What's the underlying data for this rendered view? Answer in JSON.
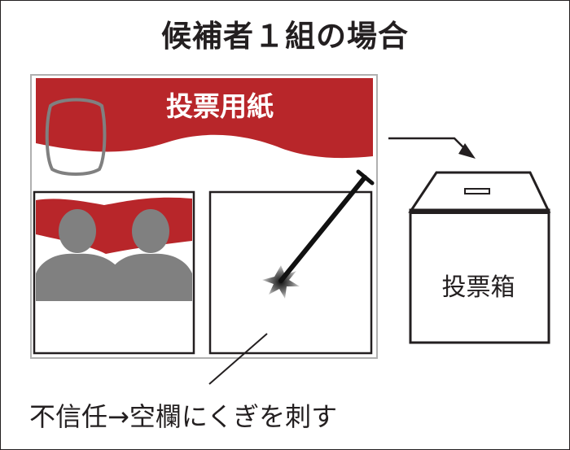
{
  "title": "候補者１組の場合",
  "ballot": {
    "title": "投票用紙"
  },
  "ballot_box": {
    "label": "投票箱"
  },
  "caption": "不信任→空欄にくぎを刺す",
  "colors": {
    "red": "#b8262a",
    "gray": "#808080",
    "outline": "#231f20"
  }
}
